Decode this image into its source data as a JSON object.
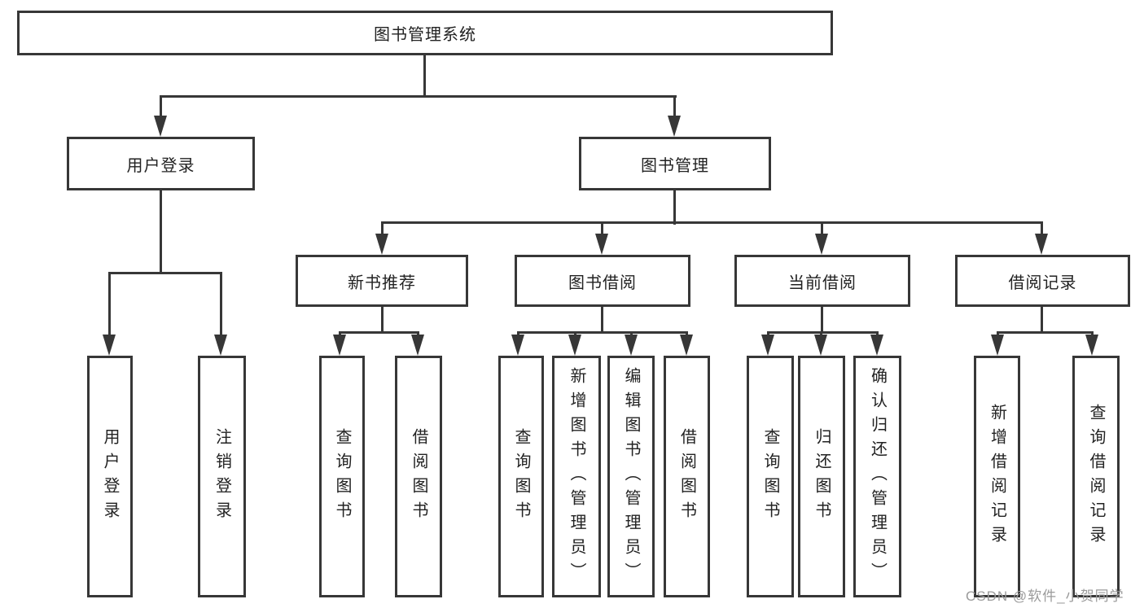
{
  "diagram": {
    "root": {
      "label": "图书管理系统"
    },
    "branches": [
      {
        "label": "用户登录",
        "children": [
          {
            "label": "用户登录"
          },
          {
            "label": "注销登录"
          }
        ]
      },
      {
        "label": "图书管理",
        "children": [
          {
            "label": "新书推荐",
            "children": [
              {
                "label": "查询图书"
              },
              {
                "label": "借阅图书"
              }
            ]
          },
          {
            "label": "图书借阅",
            "children": [
              {
                "label": "查询图书"
              },
              {
                "label": "新增图书（管理员）"
              },
              {
                "label": "编辑图书（管理员）"
              },
              {
                "label": "借阅图书"
              }
            ]
          },
          {
            "label": "当前借阅",
            "children": [
              {
                "label": "查询图书"
              },
              {
                "label": "归还图书"
              },
              {
                "label": "确认归还（管理员）"
              }
            ]
          },
          {
            "label": "借阅记录",
            "children": [
              {
                "label": "新增借阅记录"
              },
              {
                "label": "查询借阅记录"
              }
            ]
          }
        ]
      }
    ]
  },
  "watermark": {
    "text": "CSDN @软件_小贺同学"
  },
  "colors": {
    "line": "#373737",
    "text": "#222222",
    "watermark": "#9b9b9b",
    "background": "#ffffff"
  }
}
